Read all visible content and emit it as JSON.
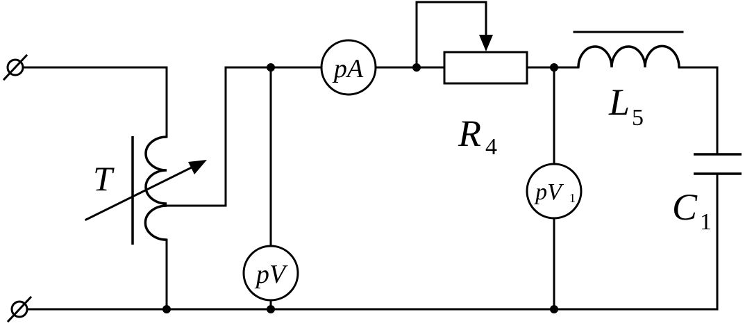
{
  "components": {
    "transformer": {
      "label": "T"
    },
    "ammeter": {
      "label": "pA"
    },
    "voltmeter_main": {
      "label": "pV"
    },
    "voltmeter_load": {
      "label": "pV",
      "sub": "1"
    },
    "resistor": {
      "label": "R",
      "sub": "4"
    },
    "inductor": {
      "label": "L",
      "sub": "5"
    },
    "capacitor": {
      "label": "C",
      "sub": "1"
    }
  }
}
